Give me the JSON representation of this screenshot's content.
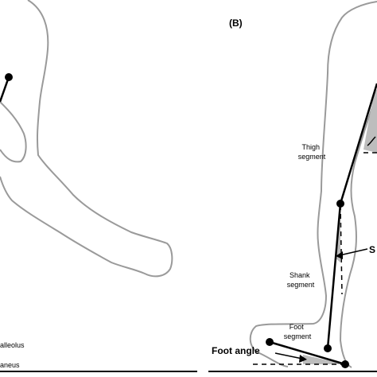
{
  "panel_b": {
    "label": "(B)",
    "thigh_segment": [
      "Thigh",
      "segment"
    ],
    "shank_segment": [
      "Shank",
      "segment"
    ],
    "foot_segment": [
      "Foot",
      "segment"
    ],
    "foot_angle": "Foot angle",
    "cut_label": "S"
  },
  "panel_a": {
    "malleolus_fragment": "alleolus",
    "calcaneus_fragment": "aneus"
  },
  "colors": {
    "outline": "#9a9a9a",
    "line": "#000000",
    "shade": "#bdbdbd"
  }
}
